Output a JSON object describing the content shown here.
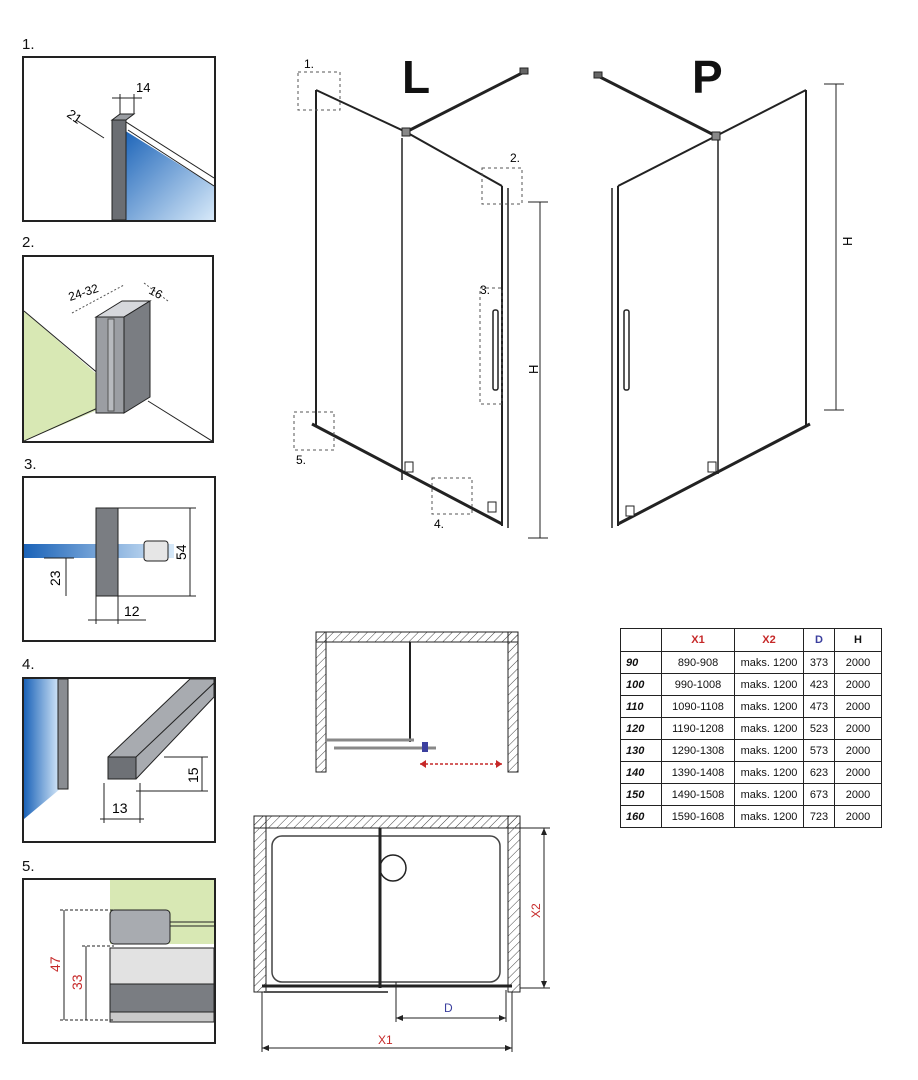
{
  "details": [
    {
      "number": "1.",
      "dims": [
        "21",
        "14"
      ]
    },
    {
      "number": "2.",
      "dims": [
        "24-32",
        "16"
      ]
    },
    {
      "number": "3.",
      "dims": [
        "54",
        "23",
        "12"
      ]
    },
    {
      "number": "4.",
      "dims": [
        "15",
        "13"
      ]
    },
    {
      "number": "5.",
      "dims": [
        "47",
        "33"
      ]
    }
  ],
  "views": {
    "left_label": "L",
    "right_label": "P",
    "callouts": [
      "1.",
      "2.",
      "3.",
      "4.",
      "5."
    ],
    "height_label": "H"
  },
  "plan": {
    "x1_label": "X1",
    "x2_label": "X2",
    "d_label": "D"
  },
  "table": {
    "headers": [
      "",
      "X1",
      "X2",
      "D",
      "H"
    ],
    "rows": [
      [
        "90",
        "890-908",
        "maks. 1200",
        "373",
        "2000"
      ],
      [
        "100",
        "990-1008",
        "maks. 1200",
        "423",
        "2000"
      ],
      [
        "110",
        "1090-1108",
        "maks. 1200",
        "473",
        "2000"
      ],
      [
        "120",
        "1190-1208",
        "maks. 1200",
        "523",
        "2000"
      ],
      [
        "130",
        "1290-1308",
        "maks. 1200",
        "573",
        "2000"
      ],
      [
        "140",
        "1390-1408",
        "maks. 1200",
        "623",
        "2000"
      ],
      [
        "150",
        "1490-1508",
        "maks. 1200",
        "673",
        "2000"
      ],
      [
        "160",
        "1590-1608",
        "maks. 1200",
        "723",
        "2000"
      ]
    ]
  },
  "colors": {
    "glass_blue": "#3f8fd6",
    "wall_green": "#d8e8b4",
    "dimension_red": "#c62828",
    "dimension_blue": "#3b3f9e",
    "profile_gray": "#7a7d82"
  }
}
